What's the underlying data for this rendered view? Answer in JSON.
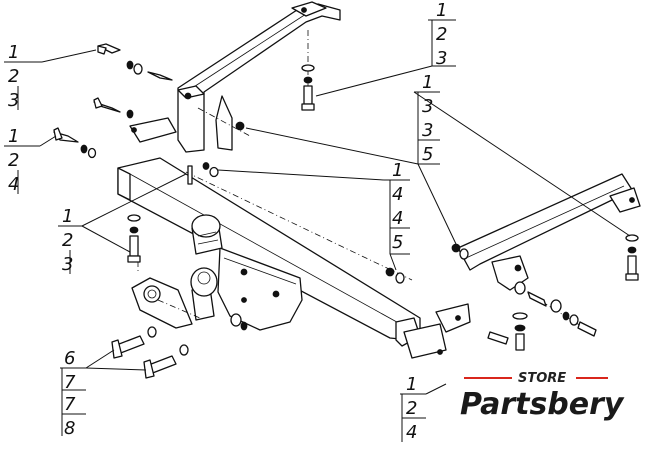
{
  "callouts": [
    {
      "id": "c1",
      "lines": [
        "1",
        "2",
        "3"
      ]
    },
    {
      "id": "c2",
      "lines": [
        "1",
        "2",
        "4"
      ]
    },
    {
      "id": "c3",
      "lines": [
        "1",
        "2",
        "3"
      ]
    },
    {
      "id": "c4",
      "lines": [
        "1",
        "2",
        "3"
      ]
    },
    {
      "id": "c5",
      "lines": [
        "1",
        "3",
        "3",
        "5"
      ]
    },
    {
      "id": "c6",
      "lines": [
        "1",
        "4",
        "4",
        "5"
      ]
    },
    {
      "id": "c7",
      "lines": [
        "6",
        "7",
        "7",
        "8"
      ]
    },
    {
      "id": "c8",
      "lines": [
        "1",
        "2",
        "4"
      ]
    }
  ],
  "brand": {
    "store": "STORE",
    "name": "Partsbery",
    "color_dark": "#1a1a1a",
    "color_accent": "#d9261c"
  }
}
